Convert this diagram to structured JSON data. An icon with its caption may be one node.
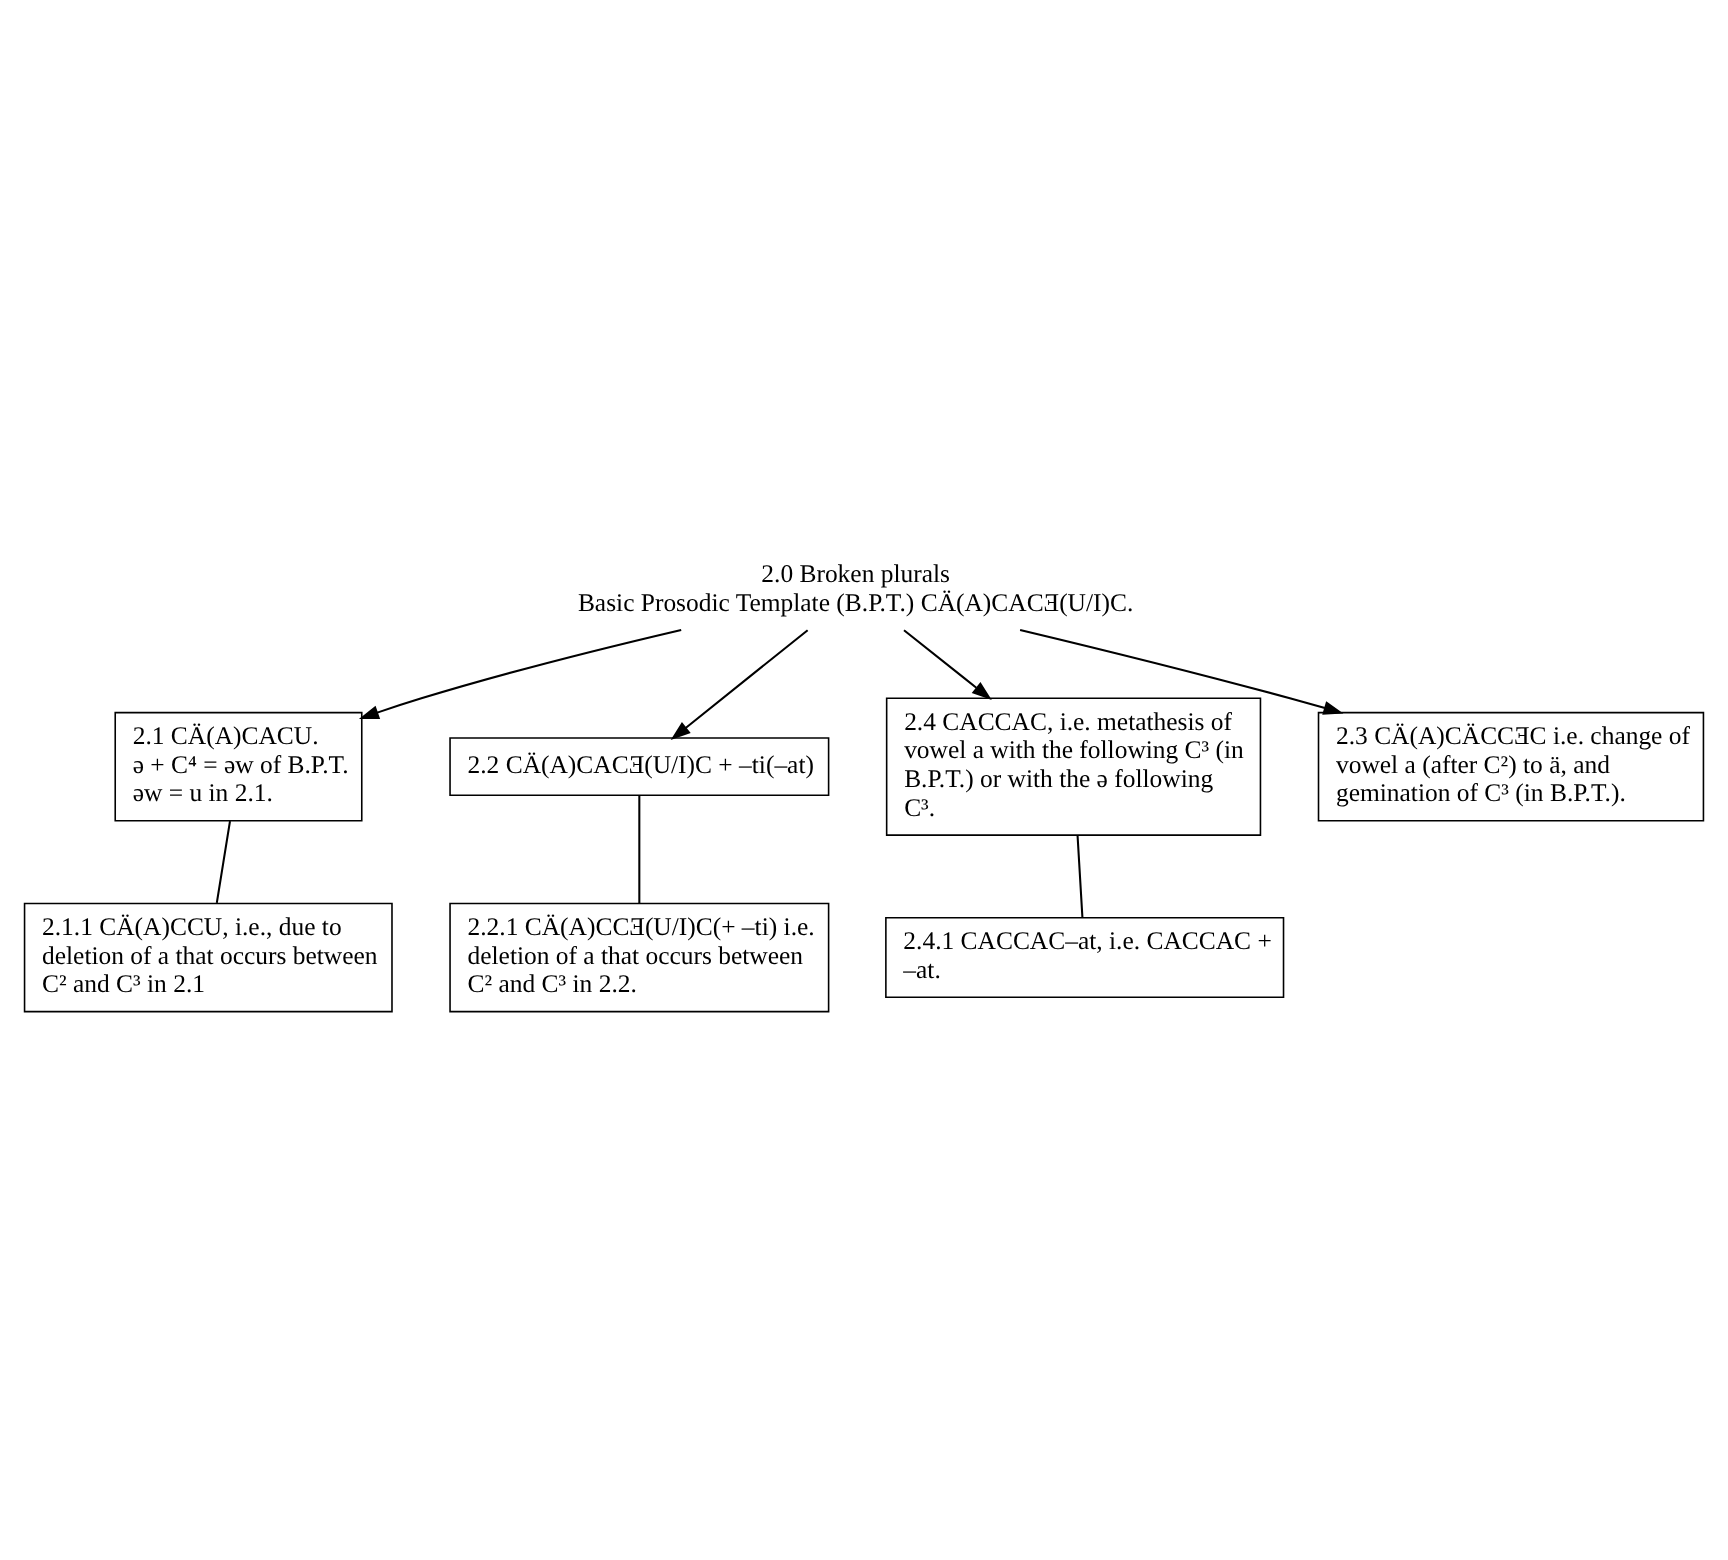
{
  "diagram": {
    "nodes": [
      {
        "text": [
          "2.0 Broken plurals",
          "Basic Prosodic Template (B.P.T.) CÄ(A)CACƎ(U/I)C."
        ]
      },
      {
        "text": [
          "2.1 CÄ(A)CACU.",
          "ə + C⁴ = əw of B.P.T.",
          "əw = u in 2.1."
        ]
      },
      {
        "text": [
          "2.1.1 CÄ(A)CCU, i.e., due to deletion of a that occurs between C² and C³ in 2.1"
        ]
      },
      {
        "text": [
          "2.2 CÄ(A)CACƎ(U/I)C + –ti(–at)"
        ]
      },
      {
        "text": [
          "2.2.1 CÄ(A)CCƎ(U/I)C(+ –ti) i.e. deletion of a that occurs between C² and C³ in 2.2."
        ]
      },
      {
        "text": [
          "2.4 CACCAC, i.e. metathesis of vowel a with the following C³ (in B.P.T.) or with the ə following C³."
        ]
      },
      {
        "text": [
          "2.4.1 CACCAC–at, i.e. CACCAC + –at."
        ]
      },
      {
        "text": [
          "2.3 CÄ(A)CÄCCƎC i.e. change of vowel a (after C²) to ä, and gemination of C³ (in B.P.T.)."
        ]
      }
    ],
    "edges": [
      {
        "from": 0,
        "to": 1,
        "arrow": "to"
      },
      {
        "from": 0,
        "to": 3,
        "arrow": "to"
      },
      {
        "from": 0,
        "to": 7,
        "arrow": "to"
      },
      {
        "from": 0,
        "to": 5,
        "arrow": "to"
      },
      {
        "from": 1,
        "to": 2,
        "arrow": "none"
      },
      {
        "from": 3,
        "to": 4,
        "arrow": "none"
      },
      {
        "from": 5,
        "to": 6,
        "arrow": "none"
      }
    ]
  }
}
